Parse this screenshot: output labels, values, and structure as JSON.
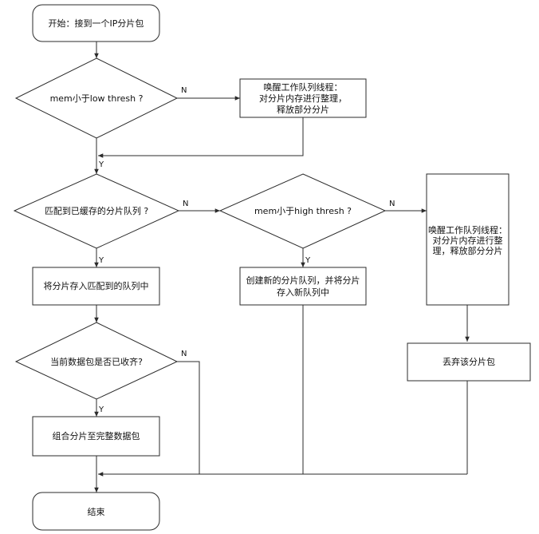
{
  "nodes": {
    "start": "开始：接到一个IP分片包",
    "decision_low_mem": "mem小于low thresh ?",
    "wake_worker_1": [
      "唤醒工作队列线程：",
      "对分片内存进行整理，",
      "释放部分分片"
    ],
    "decision_match_queue": "匹配到已缓存的分片队列 ?",
    "decision_high_mem": "mem小于high thresh ?",
    "wake_worker_2": [
      "唤醒工作队列线程：",
      "对分片内存进行整",
      "理，释放部分分片"
    ],
    "store_matched": "将分片存入匹配到的队列中",
    "create_queue": [
      "创建新的分片队列，并将分片",
      "存入新队列中"
    ],
    "decision_complete": "当前数据包是否已收齐?",
    "discard": "丢弃该分片包",
    "assemble": "组合分片至完整数据包",
    "end": "结束"
  },
  "edge_labels": {
    "low_mem_no": "N",
    "low_mem_yes": "Y",
    "match_no": "N",
    "match_yes": "Y",
    "high_mem_no": "N",
    "high_mem_yes": "Y",
    "complete_no": "N",
    "complete_yes": "Y"
  },
  "colors": {
    "stroke": "#2b2b2b",
    "fill": "#ffffff",
    "text": "#111111"
  }
}
